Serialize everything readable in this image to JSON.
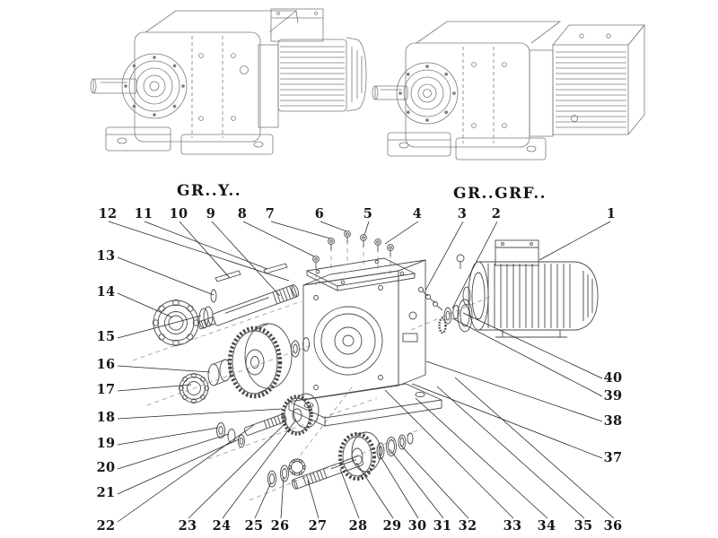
{
  "labels": {
    "left": "GR..Y..",
    "right": "GR..GRF.."
  },
  "callouts": {
    "top_row": [
      "12",
      "11",
      "10",
      "9",
      "8",
      "7",
      "6",
      "5",
      "4",
      "3",
      "2",
      "1"
    ],
    "left_col": [
      "13",
      "14",
      "15",
      "16",
      "17",
      "18",
      "19",
      "20",
      "21",
      "22"
    ],
    "bottom_row": [
      "23",
      "24",
      "25",
      "26",
      "27",
      "28",
      "29",
      "30",
      "31",
      "32",
      "33",
      "34",
      "35",
      "36"
    ],
    "right_col": [
      "40",
      "39",
      "38",
      "37"
    ]
  }
}
